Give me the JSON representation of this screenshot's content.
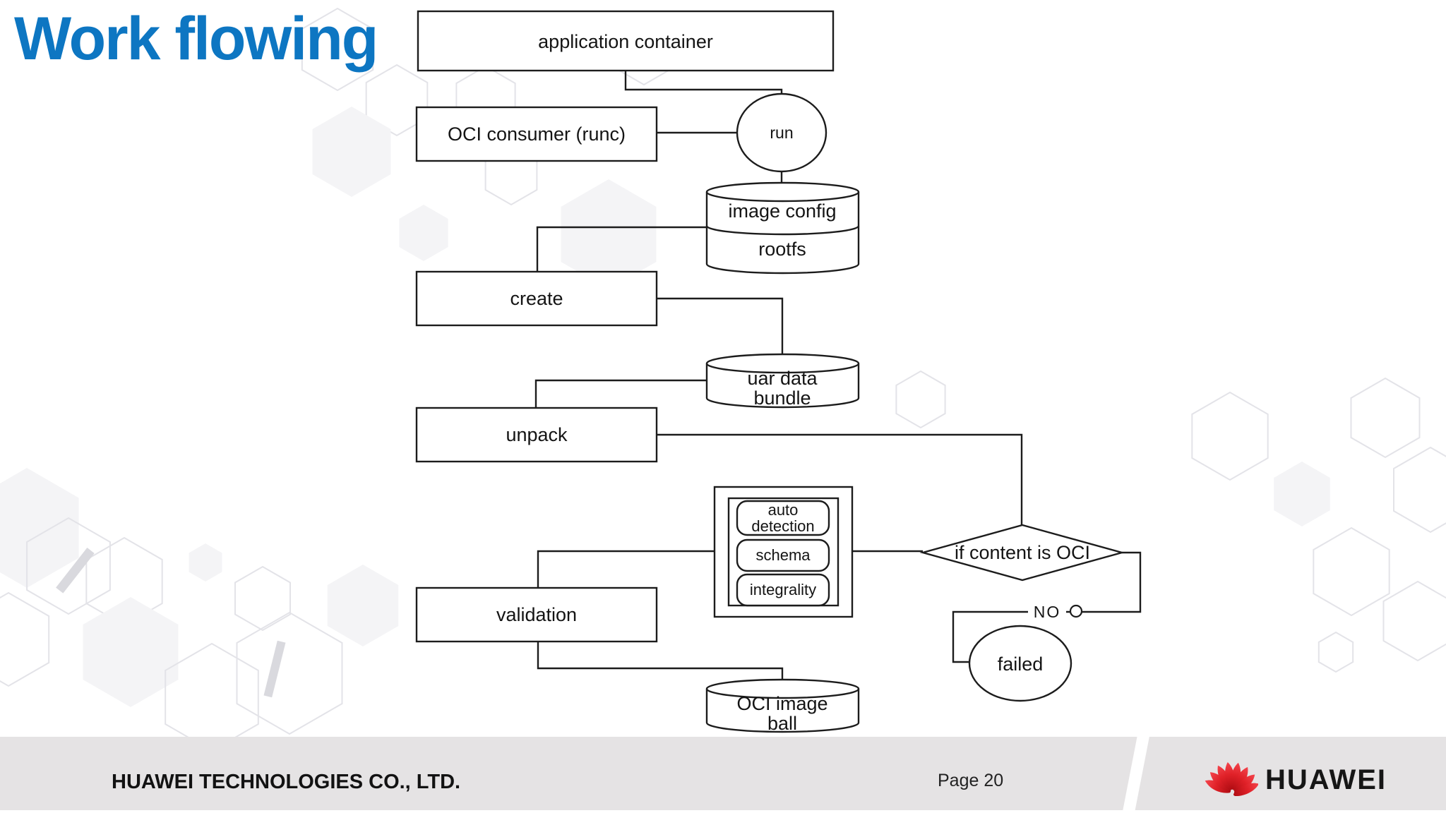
{
  "slide": {
    "title": "Work flowing"
  },
  "colors": {
    "title_blue": "#0D76C2",
    "line_color": "#1C1C1C",
    "footer_band": "#E5E3E4",
    "huawei_red": "#CC0A14"
  },
  "diagram": {
    "nodes": {
      "application_container": {
        "label": "application container"
      },
      "oci_consumer": {
        "label": "OCI consumer (runc)"
      },
      "run": {
        "label": "run"
      },
      "image_config": {
        "label": "image config"
      },
      "rootfs": {
        "label": "rootfs"
      },
      "create": {
        "label": "create"
      },
      "uar_data_bundle": {
        "line1": "uar data",
        "line2": "bundle"
      },
      "unpack": {
        "label": "unpack"
      },
      "validation": {
        "label": "validation"
      },
      "auto_detection": {
        "line1": "auto",
        "line2": "detection"
      },
      "schema": {
        "label": "schema"
      },
      "integrality": {
        "label": "integrality"
      },
      "decision": {
        "label": "if content is OCI"
      },
      "no_branch": {
        "label": "NO"
      },
      "failed": {
        "label": "failed"
      },
      "oci_image_ball": {
        "line1": "OCI image",
        "line2": "ball"
      }
    }
  },
  "footer": {
    "company": "HUAWEI TECHNOLOGIES CO., LTD.",
    "page_label": "Page 20",
    "logo_text": "HUAWEI"
  }
}
